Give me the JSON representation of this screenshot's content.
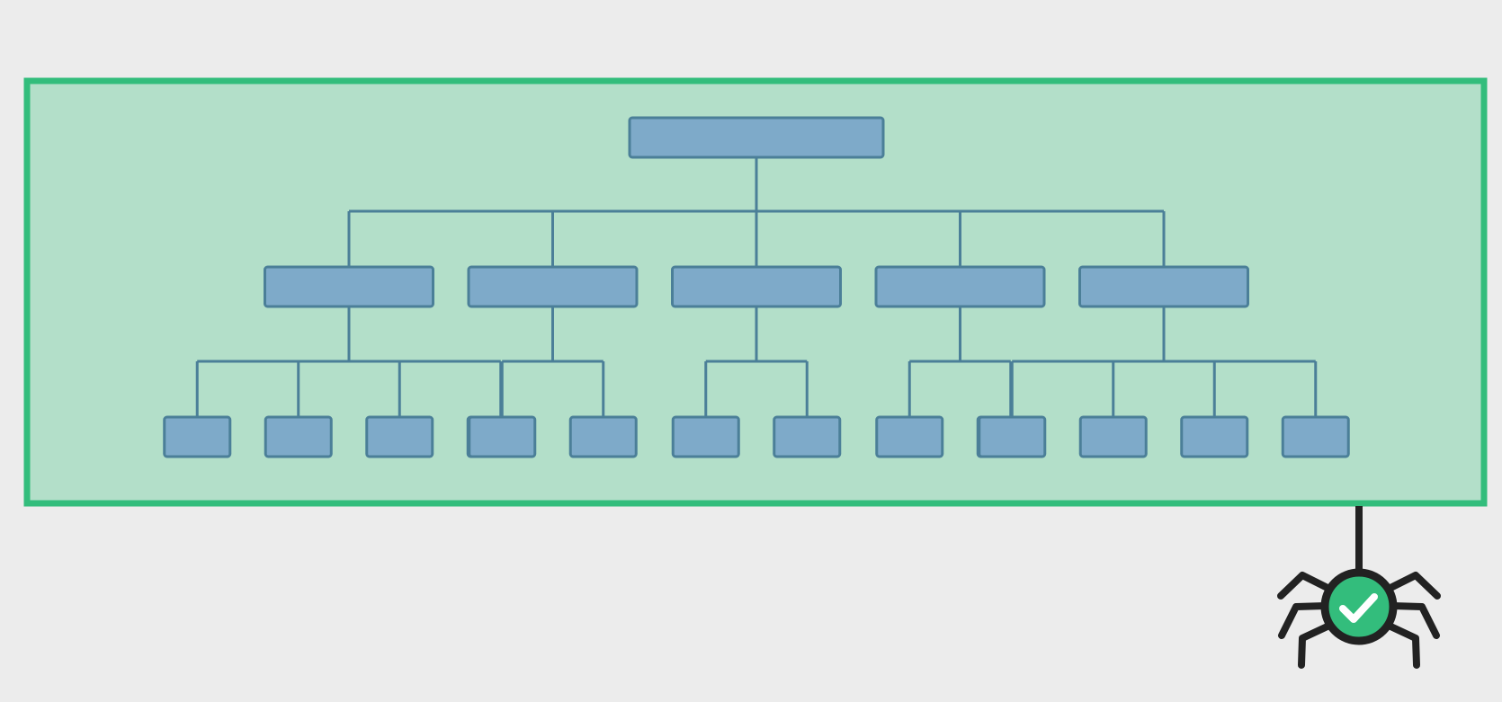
{
  "diagram": {
    "type": "tree",
    "root_children": 5,
    "branch_children": [
      4,
      2,
      2,
      2,
      4
    ],
    "node_labels": []
  },
  "badge": {
    "icon": "spider-icon",
    "status": "check-icon"
  },
  "colors": {
    "background": "#ececec",
    "panel_fill": "#b3dfc9",
    "panel_border": "#33bd7c",
    "node_fill": "#7eaac9",
    "node_border": "#4b7f98",
    "connector": "#4b7f98",
    "spider": "#222222",
    "spider_body": "#33bd7c",
    "check": "#ffffff"
  }
}
